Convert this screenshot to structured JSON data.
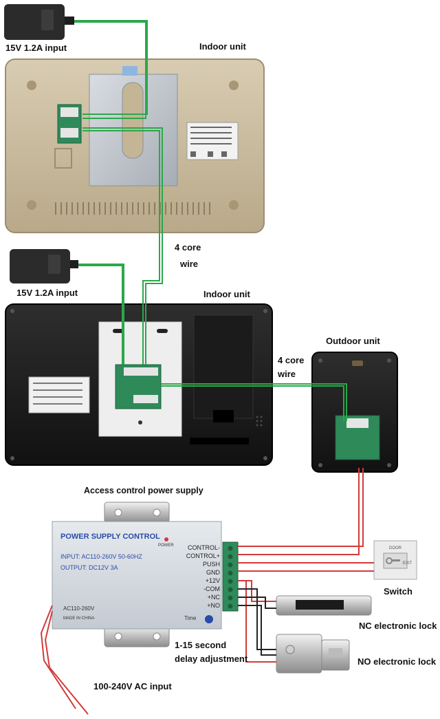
{
  "labels": {
    "adapter1": "15V 1.2A input",
    "adapter2": "15V 1.2A input",
    "indoor1": "Indoor unit",
    "indoor2": "Indoor unit",
    "wire1_line1": "4 core",
    "wire1_line2": "wire",
    "wire2_line1": "4 core",
    "wire2_line2": "wire",
    "outdoor": "Outdoor unit",
    "psu_title": "Access control power supply",
    "switch": "Switch",
    "nc_lock": "NC electronic lock",
    "no_lock": "NO electronic lock",
    "delay_line1": "1-15 second",
    "delay_line2": "delay adjustment",
    "ac_input": "100-240V AC input"
  },
  "psu": {
    "header": "POWER SUPPLY CONTROL",
    "power_led": "POWER",
    "input_spec": "INPUT: AC110-260V 50-60HZ",
    "output_spec": "OUTPUT: DC12V 3A",
    "ac_range": "AC110-260V",
    "made_in": "MADE IN CHINA",
    "time": "Time",
    "terminals": [
      "CONTROL-",
      "CONTROL+",
      "PUSH",
      "GND",
      "+12V",
      "-COM",
      "+NC",
      "+NO"
    ]
  },
  "switch_plate": {
    "door": "DOOR",
    "exit": "EXIT"
  },
  "colors": {
    "wire_green": "#2aa84a",
    "wire_red": "#d23a3a",
    "wire_black": "#222222",
    "psu_blue": "#2a4aa8"
  }
}
